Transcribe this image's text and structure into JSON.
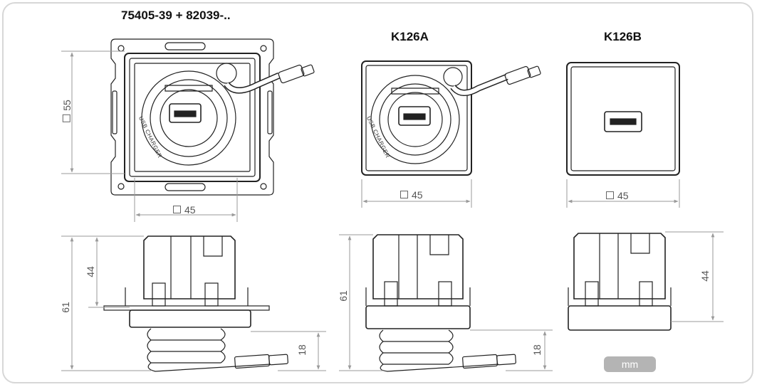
{
  "titles": {
    "product1": "75405-39 + 82039-..",
    "product2": "K126A",
    "product3": "K126B"
  },
  "front_dimensions": {
    "p1_height": "55",
    "p1_width": "45",
    "p2_width": "45",
    "p3_width": "45"
  },
  "side_dimensions": {
    "p1_total": "61",
    "p1_body": "44",
    "p1_cable": "18",
    "p2_total": "61",
    "p2_cable": "18",
    "p3_body": "44"
  },
  "module_text": "USB CHARGER",
  "unit_label": "mm",
  "colors": {
    "frame": "#d7d7d7",
    "dimension_line": "#9a9a9a",
    "outline": "#222222",
    "unit_badge": "#b4b4b4"
  }
}
